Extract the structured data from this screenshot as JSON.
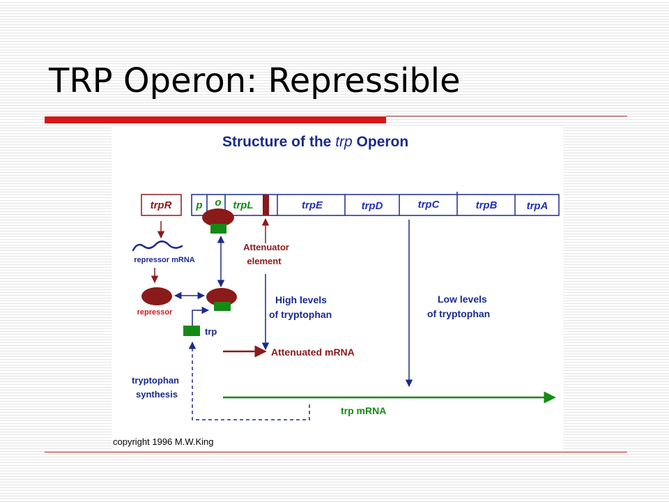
{
  "slide": {
    "title": "TRP Operon: Repressible"
  },
  "figure": {
    "title_prefix": "Structure of the ",
    "title_italic": "trp",
    "title_suffix": " Operon",
    "genes": {
      "trpR": "trpR",
      "p": "p",
      "o": "o",
      "trpL": "trpL",
      "trpE": "trpE",
      "trpD": "trpD",
      "trpC": "trpC",
      "trpB": "trpB",
      "trpA": "trpA"
    },
    "labels": {
      "attenuator_line1": "Attenuator",
      "attenuator_line2": "element",
      "repressor_mrna": "repressor mRNA",
      "repressor": "repressor",
      "trp": "trp",
      "high_line1": "High levels",
      "high_line2": "of tryptophan",
      "low_line1": "Low levels",
      "low_line2": "of tryptophan",
      "attenuated_mrna": "Attenuated mRNA",
      "synthesis_line1": "tryptophan",
      "synthesis_line2": "synthesis",
      "trp_mrna": "trp mRNA"
    },
    "copyright": "copyright 1996 M.W.King",
    "colors": {
      "dark_blue": "#1a2a8c",
      "maroon": "#8b1a1a",
      "green": "#148a14",
      "title_red": "#d41818",
      "gene_blue": "#2230b8"
    }
  }
}
